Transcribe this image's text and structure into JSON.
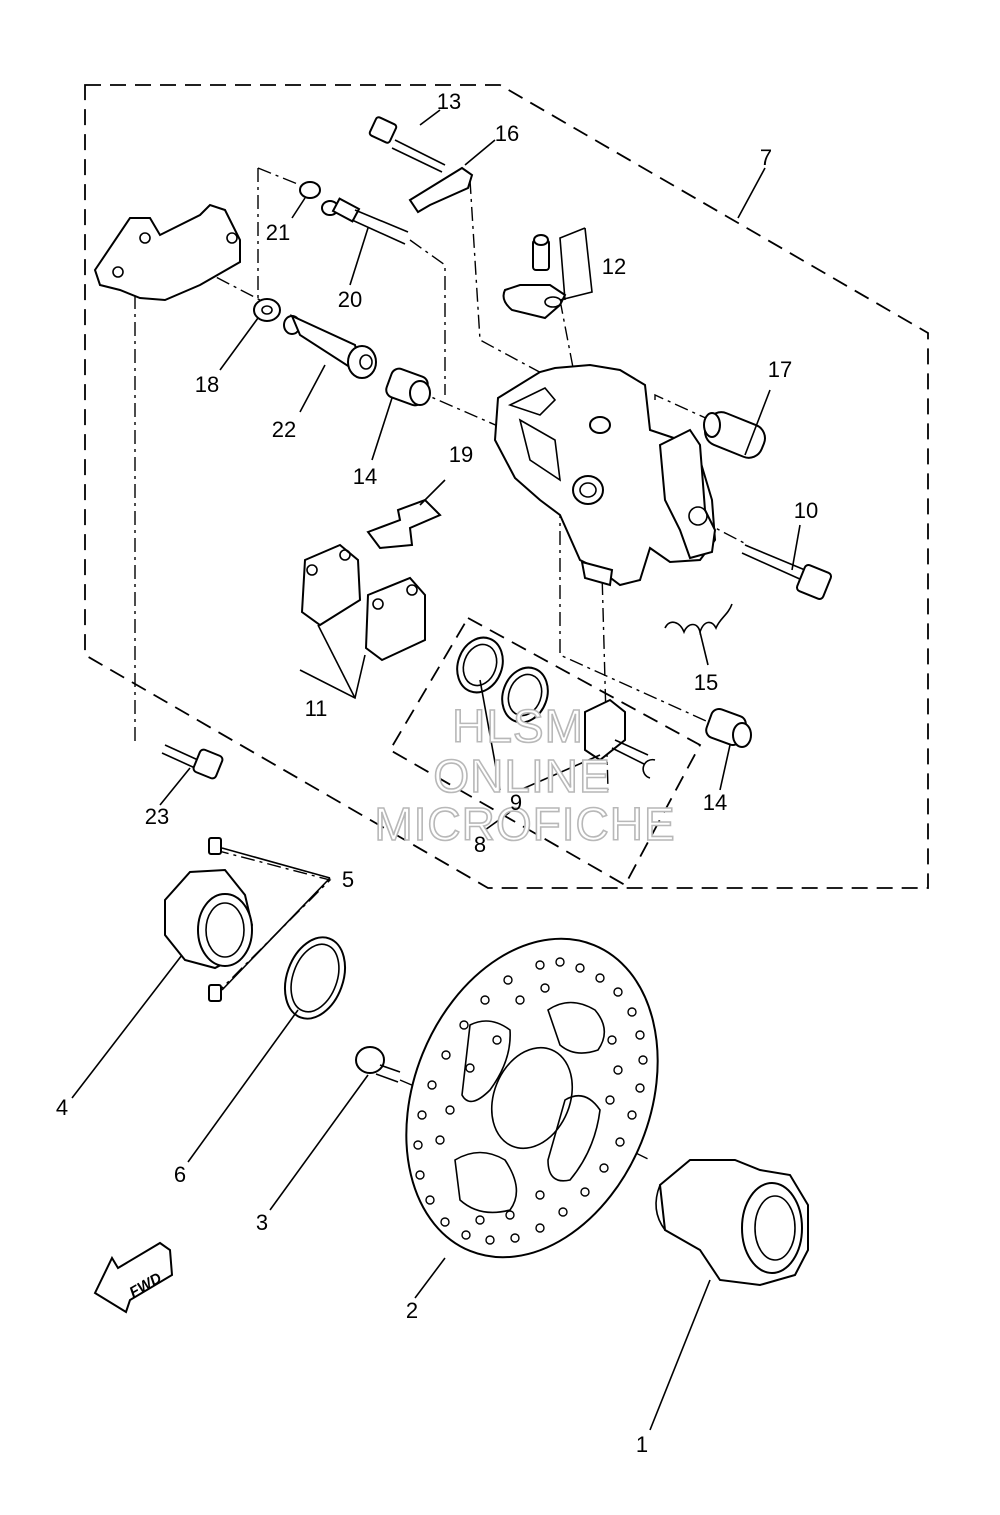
{
  "diagram": {
    "callouts": [
      {
        "id": "c1",
        "label": "1"
      },
      {
        "id": "c2",
        "label": "2"
      },
      {
        "id": "c3",
        "label": "3"
      },
      {
        "id": "c4",
        "label": "4"
      },
      {
        "id": "c5",
        "label": "5"
      },
      {
        "id": "c6",
        "label": "6"
      },
      {
        "id": "c7",
        "label": "7"
      },
      {
        "id": "c8",
        "label": "8"
      },
      {
        "id": "c9",
        "label": "9"
      },
      {
        "id": "c10",
        "label": "10"
      },
      {
        "id": "c11",
        "label": "11"
      },
      {
        "id": "c12",
        "label": "12"
      },
      {
        "id": "c13",
        "label": "13"
      },
      {
        "id": "c14a",
        "label": "14"
      },
      {
        "id": "c14b",
        "label": "14"
      },
      {
        "id": "c15",
        "label": "15"
      },
      {
        "id": "c16",
        "label": "16"
      },
      {
        "id": "c17",
        "label": "17"
      },
      {
        "id": "c18",
        "label": "18"
      },
      {
        "id": "c19",
        "label": "19"
      },
      {
        "id": "c20",
        "label": "20"
      },
      {
        "id": "c21",
        "label": "21"
      },
      {
        "id": "c22",
        "label": "22"
      },
      {
        "id": "c23",
        "label": "23"
      }
    ],
    "direction_label": "FWD",
    "watermark": [
      "HLSM",
      "ONLINE",
      "MICROFICHE"
    ]
  }
}
